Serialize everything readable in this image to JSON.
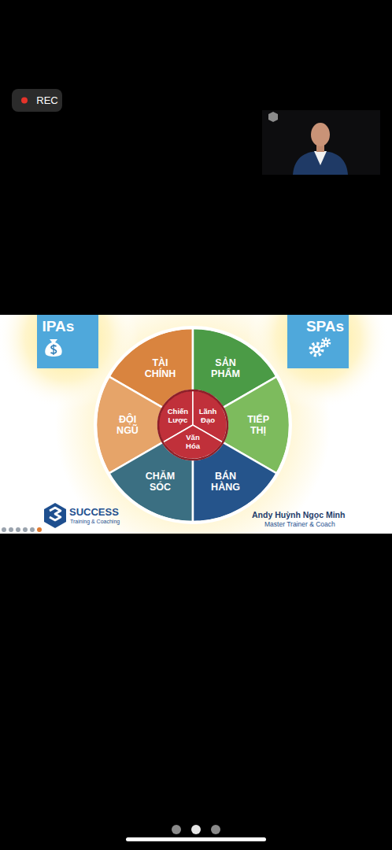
{
  "diagram": {
    "nodes": [
      {
        "text": [
          "REC"
        ]
      },
      {
        "text": [
          "IPAs"
        ]
      },
      {
        "text": [
          "SPAs"
        ]
      },
      {
        "text": [
          "TÀI CHÍNH"
        ]
      },
      {
        "text": [
          "SẢN PHẨM"
        ]
      },
      {
        "text": [
          "ĐỘI NGŨ"
        ]
      },
      {
        "text": [
          "Chiến Lược"
        ]
      },
      {
        "text": [
          "Lãnh Đạo"
        ]
      },
      {
        "text": [
          "Văn Hóa"
        ]
      },
      {
        "text": [
          "TIẾP THỊ"
        ]
      },
      {
        "text": [
          "CHĂM SÓC"
        ]
      },
      {
        "text": [
          "BÁN HÀNG"
        ]
      }
    ],
    "labels": [
      "SUCCESS",
      "Training & Coaching",
      "Andy Huỳnh Ngọc Minh",
      "Master Trainer & Coach"
    ]
  }
}
